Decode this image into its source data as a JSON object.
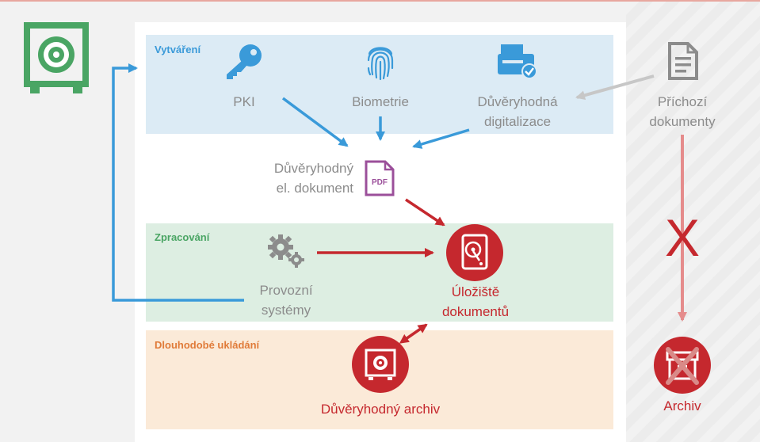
{
  "sections": {
    "creation": "Vytváření",
    "processing": "Zpracování",
    "long_term": "Dlouhodobé ukládání"
  },
  "nodes": {
    "pki": "PKI",
    "biometrics": "Biometrie",
    "trusted_digitization": {
      "line1": "Důvěryhodná",
      "line2": "digitalizace"
    },
    "incoming": {
      "line1": "Příchozí",
      "line2": "dokumenty"
    },
    "trusted_doc": {
      "line1": "Důvěryhodný",
      "line2": "el. dokument"
    },
    "pdf_badge": "PDF",
    "operational": {
      "line1": "Provozní",
      "line2": "systémy"
    },
    "storage": {
      "line1": "Úložiště",
      "line2": "dokumentů"
    },
    "trusted_archive": "Důvěryhodný archiv",
    "archive": "Archiv",
    "blocked_mark": "X"
  },
  "colors": {
    "blue": "#3a9ad9",
    "red": "#c5282e",
    "green": "#4aa564",
    "grey": "#8c8c8c",
    "orange_title": "#e07b39",
    "creation_band": "#dcebf5",
    "processing_band": "#ddeee2",
    "longterm_band": "#fbead8"
  },
  "icons": [
    "vault-logo-icon",
    "key-icon",
    "fingerprint-icon",
    "scanner-icon",
    "document-icon",
    "pdf-file-icon",
    "gears-icon",
    "hard-drive-icon",
    "safe-icon",
    "archive-box-icon"
  ]
}
